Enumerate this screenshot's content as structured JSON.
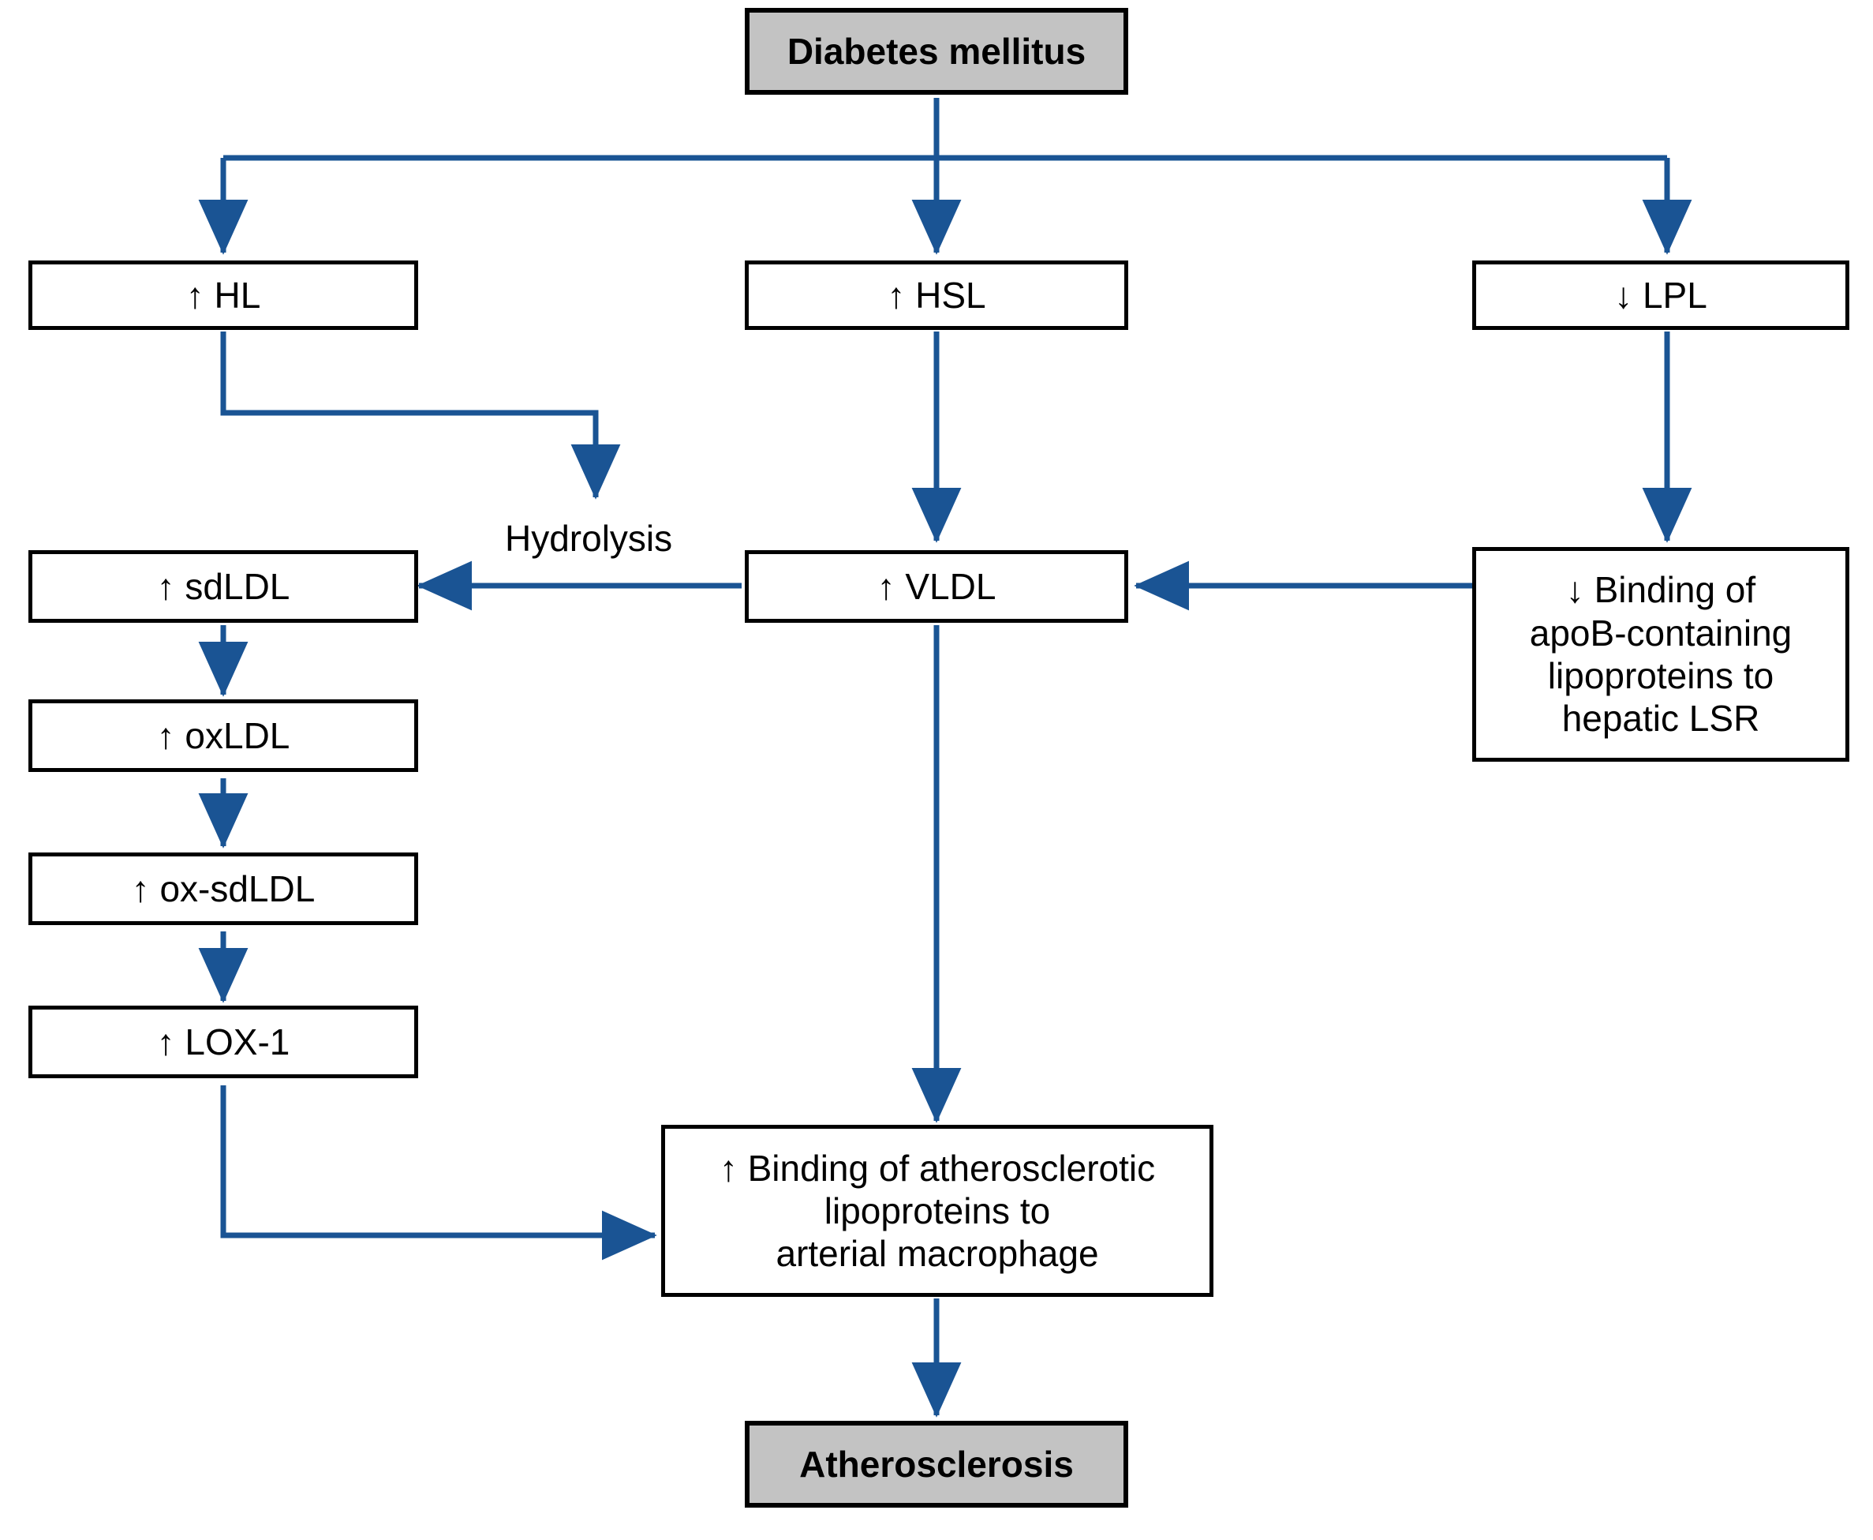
{
  "diagram": {
    "title": "Diabetes mellitus and atherosclerosis lipoprotein pathway",
    "colors": {
      "arrow": "#1a5494",
      "node_border": "#000000",
      "node_fill": "#ffffff",
      "shaded_fill": "#c3c3c3",
      "text": "#000000"
    },
    "nodes": [
      {
        "id": "diabetes",
        "label": "Diabetes mellitus"
      },
      {
        "id": "hl",
        "label": "↑ HL"
      },
      {
        "id": "hsl",
        "label": "↑ HSL"
      },
      {
        "id": "lpl",
        "label": "↓ LPL"
      },
      {
        "id": "sdldl",
        "label": "↑ sdLDL"
      },
      {
        "id": "vldl",
        "label": "↑ VLDL"
      },
      {
        "id": "apob",
        "label": "↓ Binding of\napoB-containing\nlipoproteins to\nhepatic LSR"
      },
      {
        "id": "oxldl",
        "label": "↑ oxLDL"
      },
      {
        "id": "oxsdldl",
        "label": "↑ ox-sdLDL"
      },
      {
        "id": "lox1",
        "label": "↑ LOX-1"
      },
      {
        "id": "binding",
        "label": "↑ Binding of atherosclerotic\nlipoproteins to\narterial macrophage"
      },
      {
        "id": "athero",
        "label": "Atherosclerosis"
      }
    ],
    "edge_labels": [
      {
        "id": "hydrolysis",
        "label": "Hydrolysis"
      }
    ]
  }
}
